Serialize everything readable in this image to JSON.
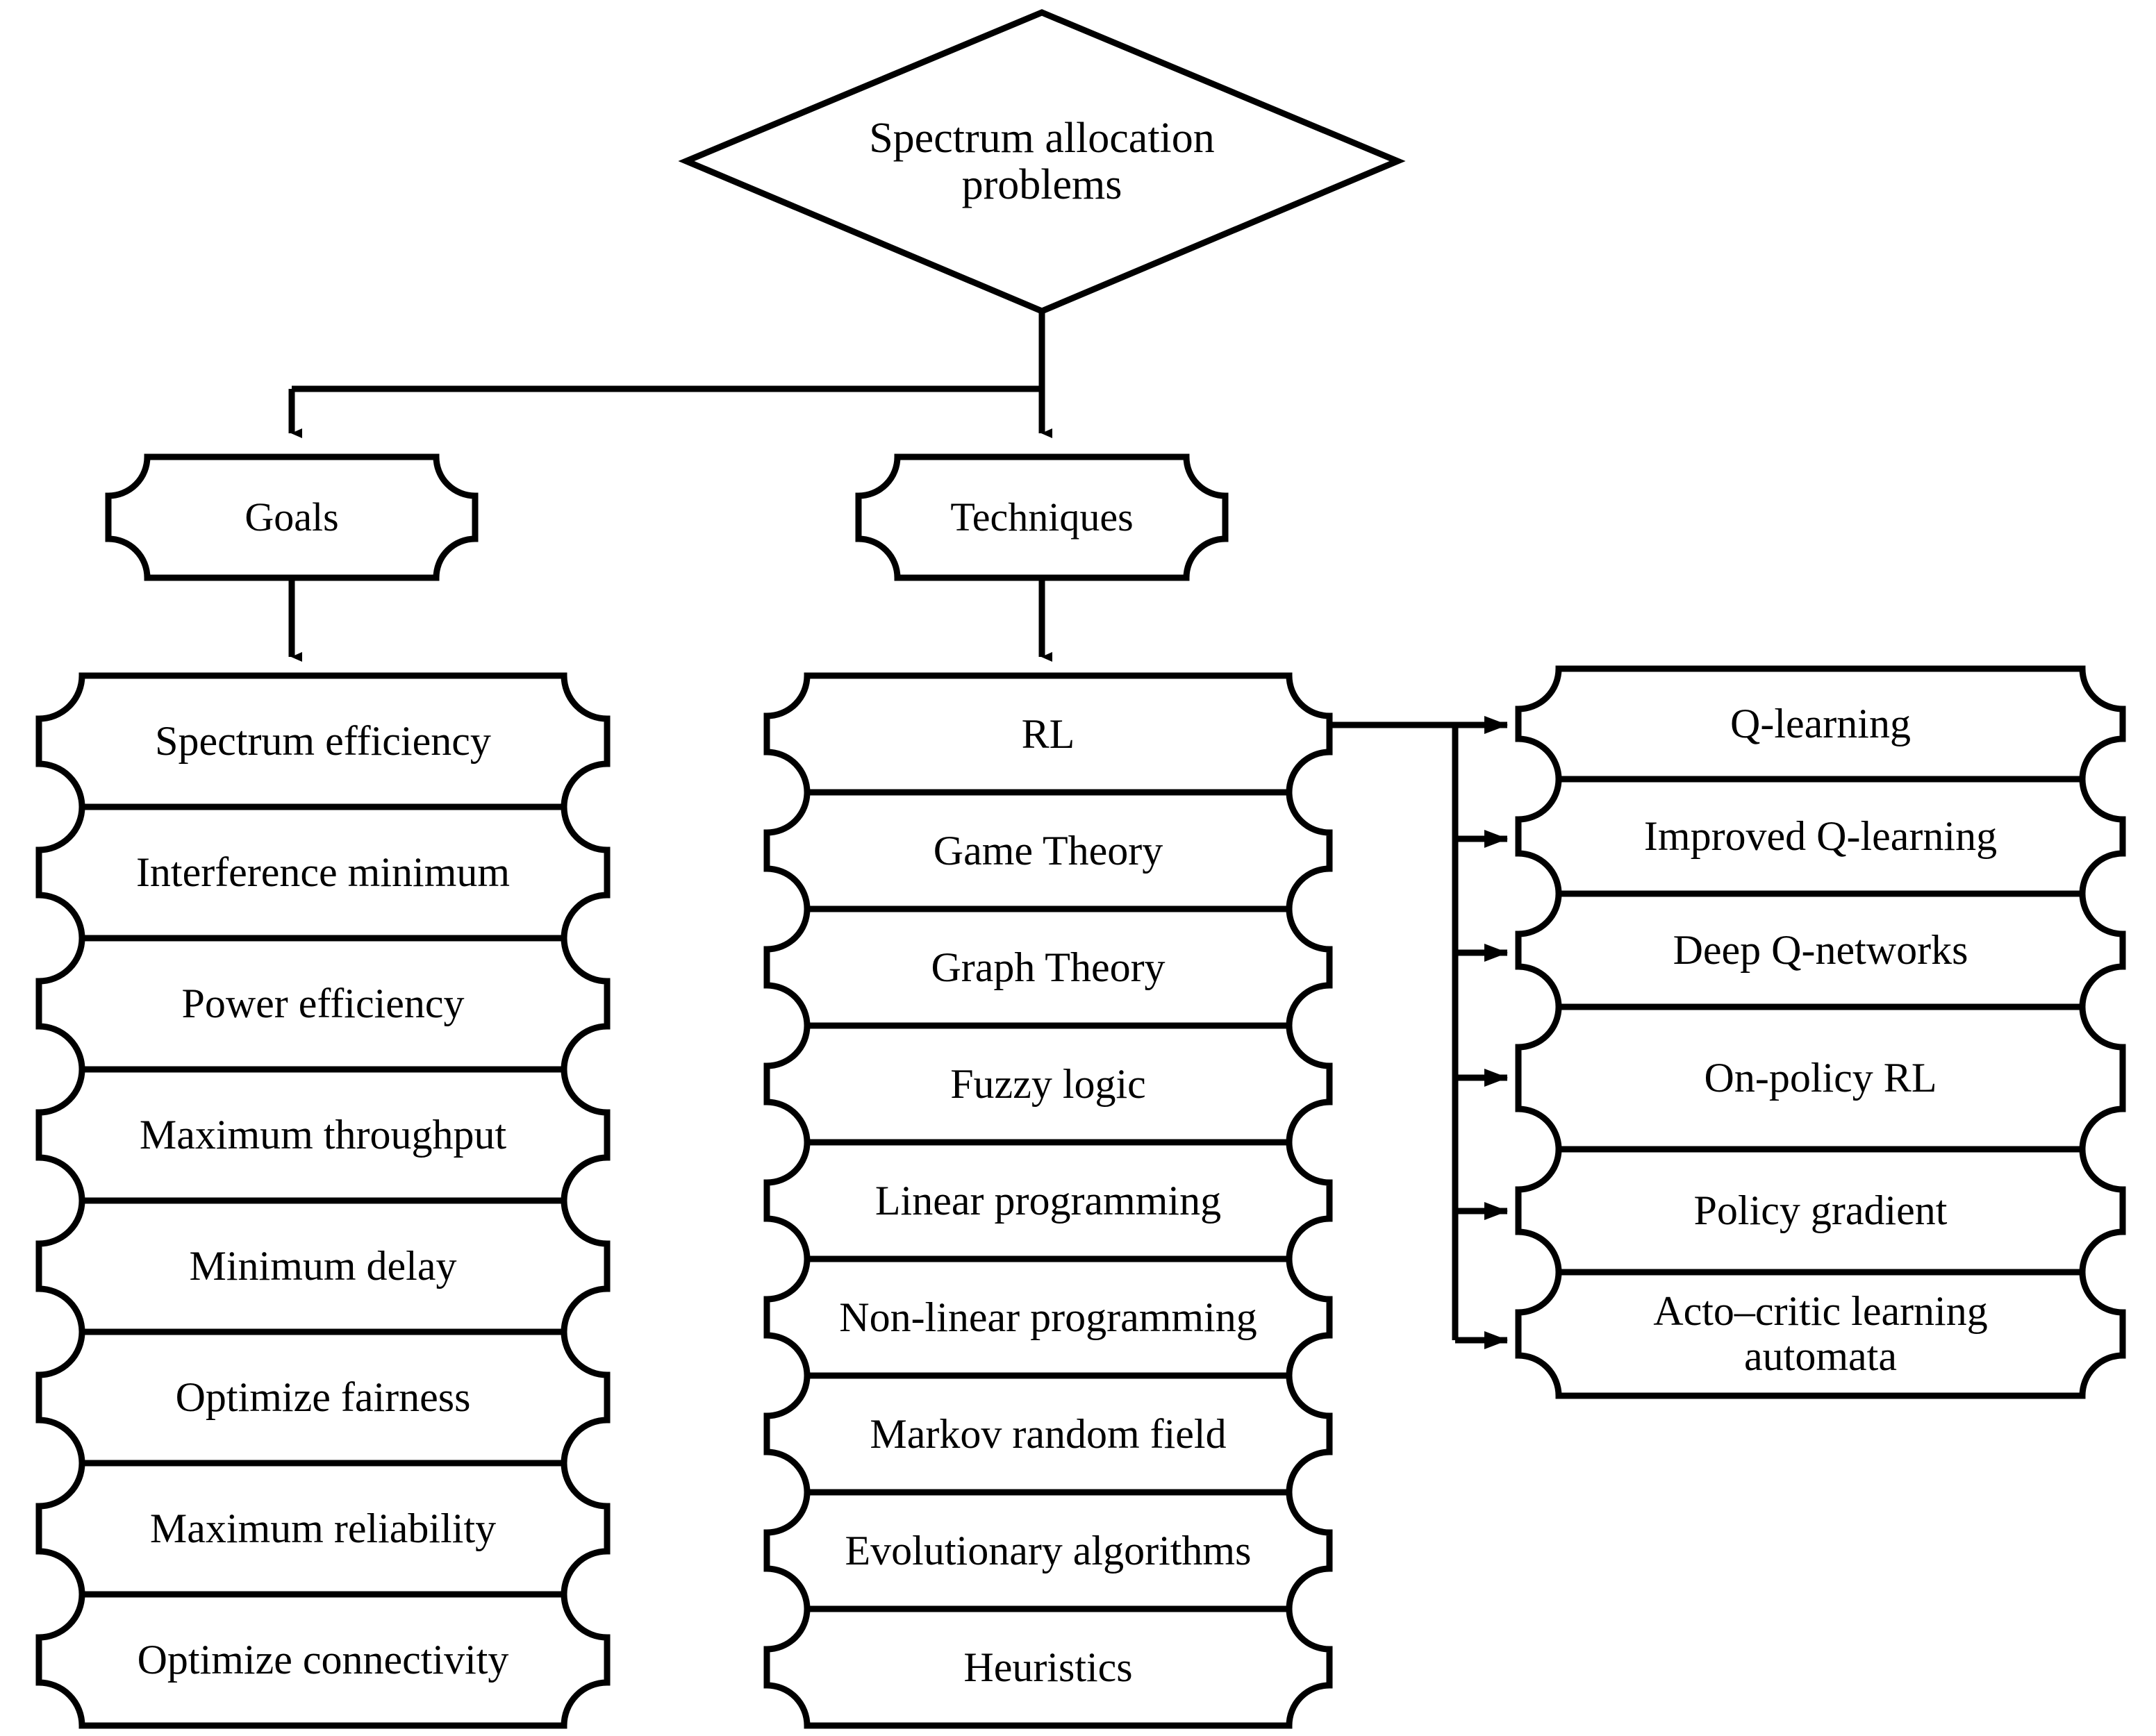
{
  "diagram": {
    "title_node": {
      "label": "Spectrum allocation problems",
      "shape": "diamond"
    },
    "branches": [
      {
        "label": "Goals",
        "shape": "card"
      },
      {
        "label": "Techniques",
        "shape": "card"
      }
    ],
    "goals_column": {
      "heading": "Goals",
      "items": [
        "Spectrum efficiency",
        "Interference minimum",
        "Power efficiency",
        "Maximum throughput",
        "Minimum delay",
        "Optimize fairness",
        "Maximum reliability",
        "Optimize connectivity"
      ]
    },
    "techniques_column": {
      "heading": "Techniques",
      "items": [
        "RL",
        "Game Theory",
        "Graph Theory",
        "Fuzzy logic",
        "Linear programming",
        "Non-linear programming",
        "Markov random field",
        "Evolutionary algorithms",
        "Heuristics"
      ]
    },
    "rl_column": {
      "parent": "RL",
      "items": [
        "Q-learning",
        "Improved Q-learning",
        "Deep Q-networks",
        "On-policy RL",
        "Policy gradient",
        "Acto–critic learning automata"
      ]
    },
    "colors": {
      "stroke": "#000000",
      "fill": "#ffffff",
      "text": "#000000"
    }
  }
}
